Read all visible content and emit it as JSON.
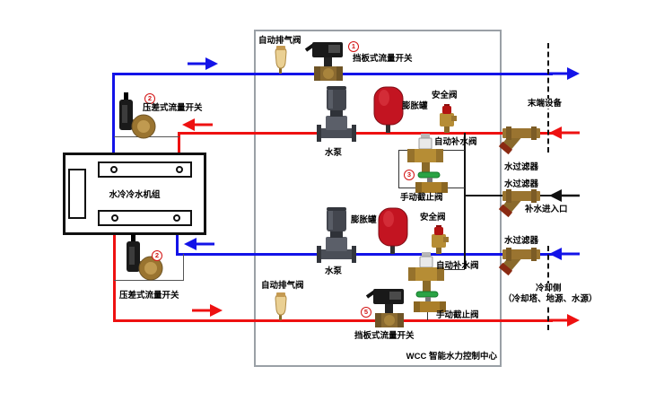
{
  "diagram_type": "hydraulic-piping-schematic",
  "colors": {
    "supply_blue": "#1313e8",
    "return_red": "#ee1111",
    "pipe_black": "#111111",
    "marker_red": "#d31414",
    "brass": "#b68d35",
    "tank_red": "#c31421",
    "valve_green": "#2aa344"
  },
  "chiller": {
    "label": "水冷冷水机组"
  },
  "wcc_box": {
    "label": "WCC 智能水力控制中心"
  },
  "components": {
    "air_vent_top": {
      "label": "自动排气阀"
    },
    "flow_switch_top": {
      "label": "挡板式流量开关",
      "marker": "1"
    },
    "diff_switch_top": {
      "label": "压差式流量开关",
      "marker": "2"
    },
    "pump_top": {
      "label": "水泵"
    },
    "exp_tank_top": {
      "label": "膨胀罐"
    },
    "safety_valve_top": {
      "label": "安全阀"
    },
    "autofill_top": {
      "label": "自动补水阀"
    },
    "manual_stop_top": {
      "label": "手动截止阀",
      "marker": "3"
    },
    "strainer_return": {
      "label": "水过滤器"
    },
    "strainer_makeup": {
      "label": "水过滤器"
    },
    "strainer_cooling": {
      "label": "水过滤器"
    },
    "diff_switch_bottom": {
      "label": "压差式流量开关",
      "marker": "2"
    },
    "pump_bottom": {
      "label": "水泵"
    },
    "exp_tank_bottom": {
      "label": "膨胀罐"
    },
    "safety_valve_bottom": {
      "label": "安全阀"
    },
    "autofill_bottom": {
      "label": "自动补水阀"
    },
    "manual_stop_bottom": {
      "label": "手动截止阀"
    },
    "air_vent_bottom": {
      "label": "自动排气阀"
    },
    "flow_switch_bottom": {
      "label": "挡板式流量开关",
      "marker": "5"
    }
  },
  "annotations": {
    "terminal_side": "末端设备",
    "makeup_inlet": "补水进入口",
    "cooling_side_line1": "冷却侧",
    "cooling_side_line2": "（冷却塔、地源、水源）"
  }
}
